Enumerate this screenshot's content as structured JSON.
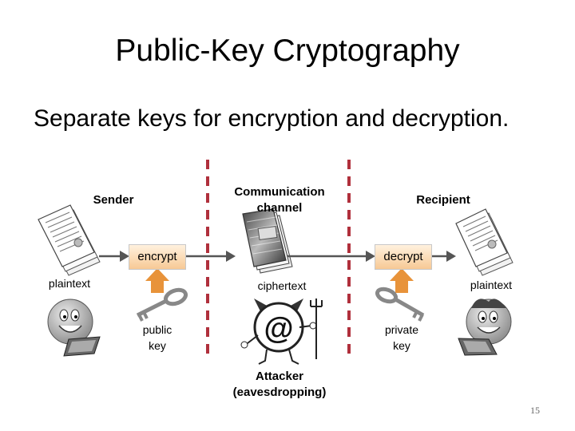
{
  "slide": {
    "title": "Public-Key Cryptography",
    "subtitle": "Separate keys for encryption and decryption.",
    "page_number": "15"
  },
  "diagram": {
    "sender_label": "Sender",
    "channel_label_line1": "Communication",
    "channel_label_line2": "channel",
    "recipient_label": "Recipient",
    "encrypt_label": "encrypt",
    "decrypt_label": "decrypt",
    "plaintext_left": "plaintext",
    "ciphertext": "ciphertext",
    "plaintext_right": "plaintext",
    "public_key_line1": "public",
    "public_key_line2": "key",
    "private_key_line1": "private",
    "private_key_line2": "key",
    "attacker_line1": "Attacker",
    "attacker_line2": "(eavesdropping)"
  },
  "colors": {
    "divider": "#b0303c",
    "arrow": "#e8933a",
    "box_fill": "#f7c995"
  },
  "icons": [
    "document-icon",
    "scrambled-document-icon",
    "key-icon",
    "smiley-sender-icon",
    "devil-attacker-icon",
    "smiley-recipient-icon",
    "arrow-right-icon",
    "arrow-up-icon"
  ]
}
